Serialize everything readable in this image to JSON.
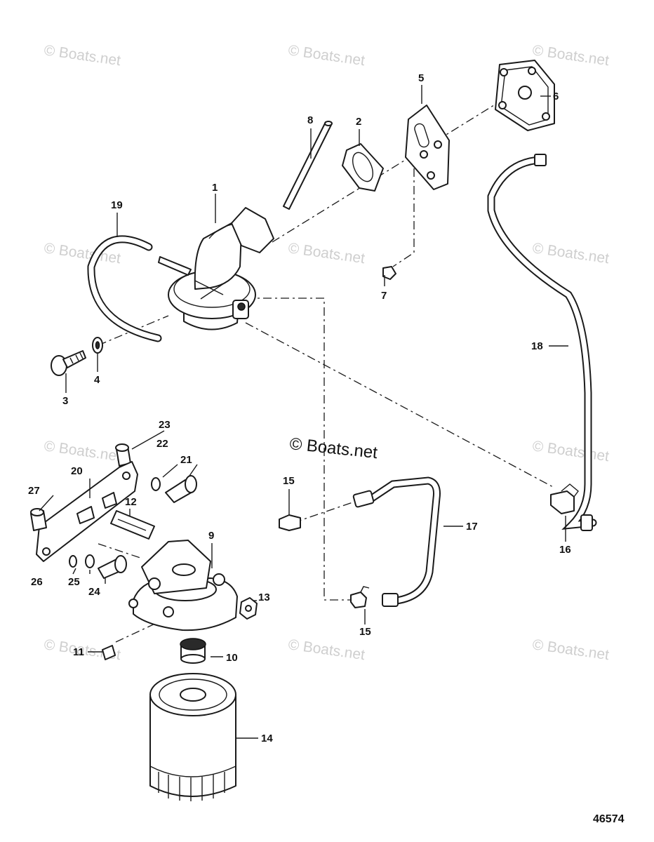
{
  "watermark": {
    "small": "© Boats.net",
    "large": "© Boats.net"
  },
  "figure_number": "46574",
  "callouts": {
    "c1": "1",
    "c2": "2",
    "c3": "3",
    "c4": "4",
    "c5": "5",
    "c6": "6",
    "c7": "7",
    "c8": "8",
    "c9": "9",
    "c10": "10",
    "c11": "11",
    "c12": "12",
    "c13": "13",
    "c14": "14",
    "c15a": "15",
    "c15b": "15",
    "c16": "16",
    "c17": "17",
    "c18": "18",
    "c19": "19",
    "c20": "20",
    "c21": "21",
    "c22": "22",
    "c23": "23",
    "c24": "24",
    "c25": "25",
    "c26": "26",
    "c27": "27"
  }
}
